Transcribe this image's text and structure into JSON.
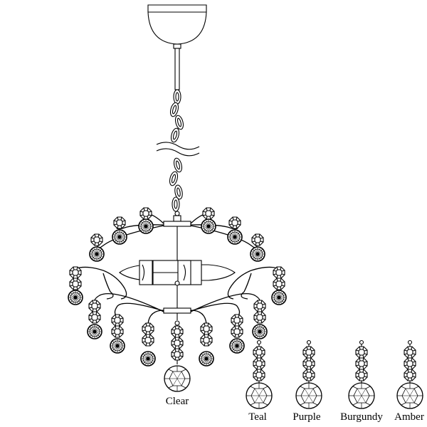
{
  "labels": {
    "clear": "Clear",
    "teal": "Teal",
    "purple": "Purple",
    "burgundy": "Burgundy",
    "amber": "Amber"
  },
  "colors": {
    "line": "#000000",
    "background": "#ffffff"
  },
  "icons": {
    "chandelier": "chandelier-icon",
    "pendant": "crystal-pendant-icon"
  }
}
